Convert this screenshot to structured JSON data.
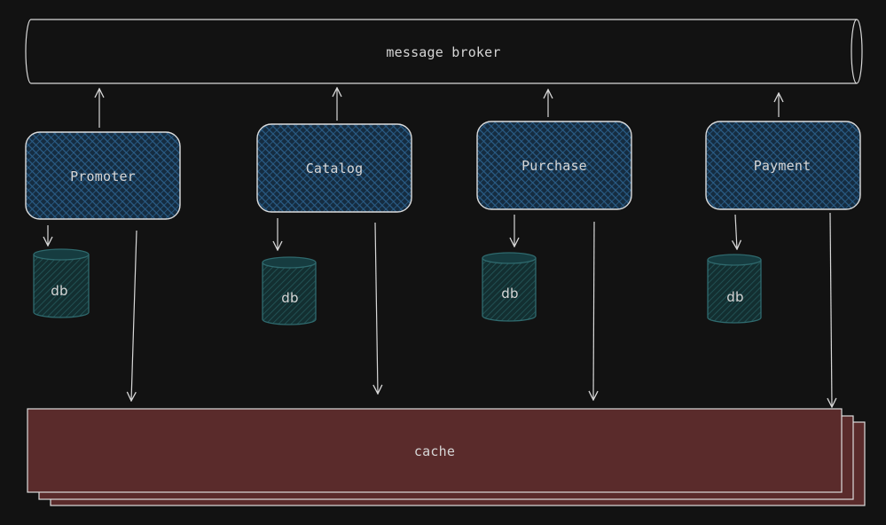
{
  "broker": {
    "label": "message broker"
  },
  "cache": {
    "label": "cache"
  },
  "services": [
    {
      "label": "Promoter",
      "db_label": "db"
    },
    {
      "label": "Catalog",
      "db_label": "db"
    },
    {
      "label": "Purchase",
      "db_label": "db"
    },
    {
      "label": "Payment",
      "db_label": "db"
    }
  ],
  "colors": {
    "background": "#121212",
    "stroke": "#d8d8d8",
    "service_fill": "#1c3a55",
    "db_fill": "#163c40",
    "db_stroke": "#2f6a6e",
    "cache_fill": "#5a2b2b"
  }
}
